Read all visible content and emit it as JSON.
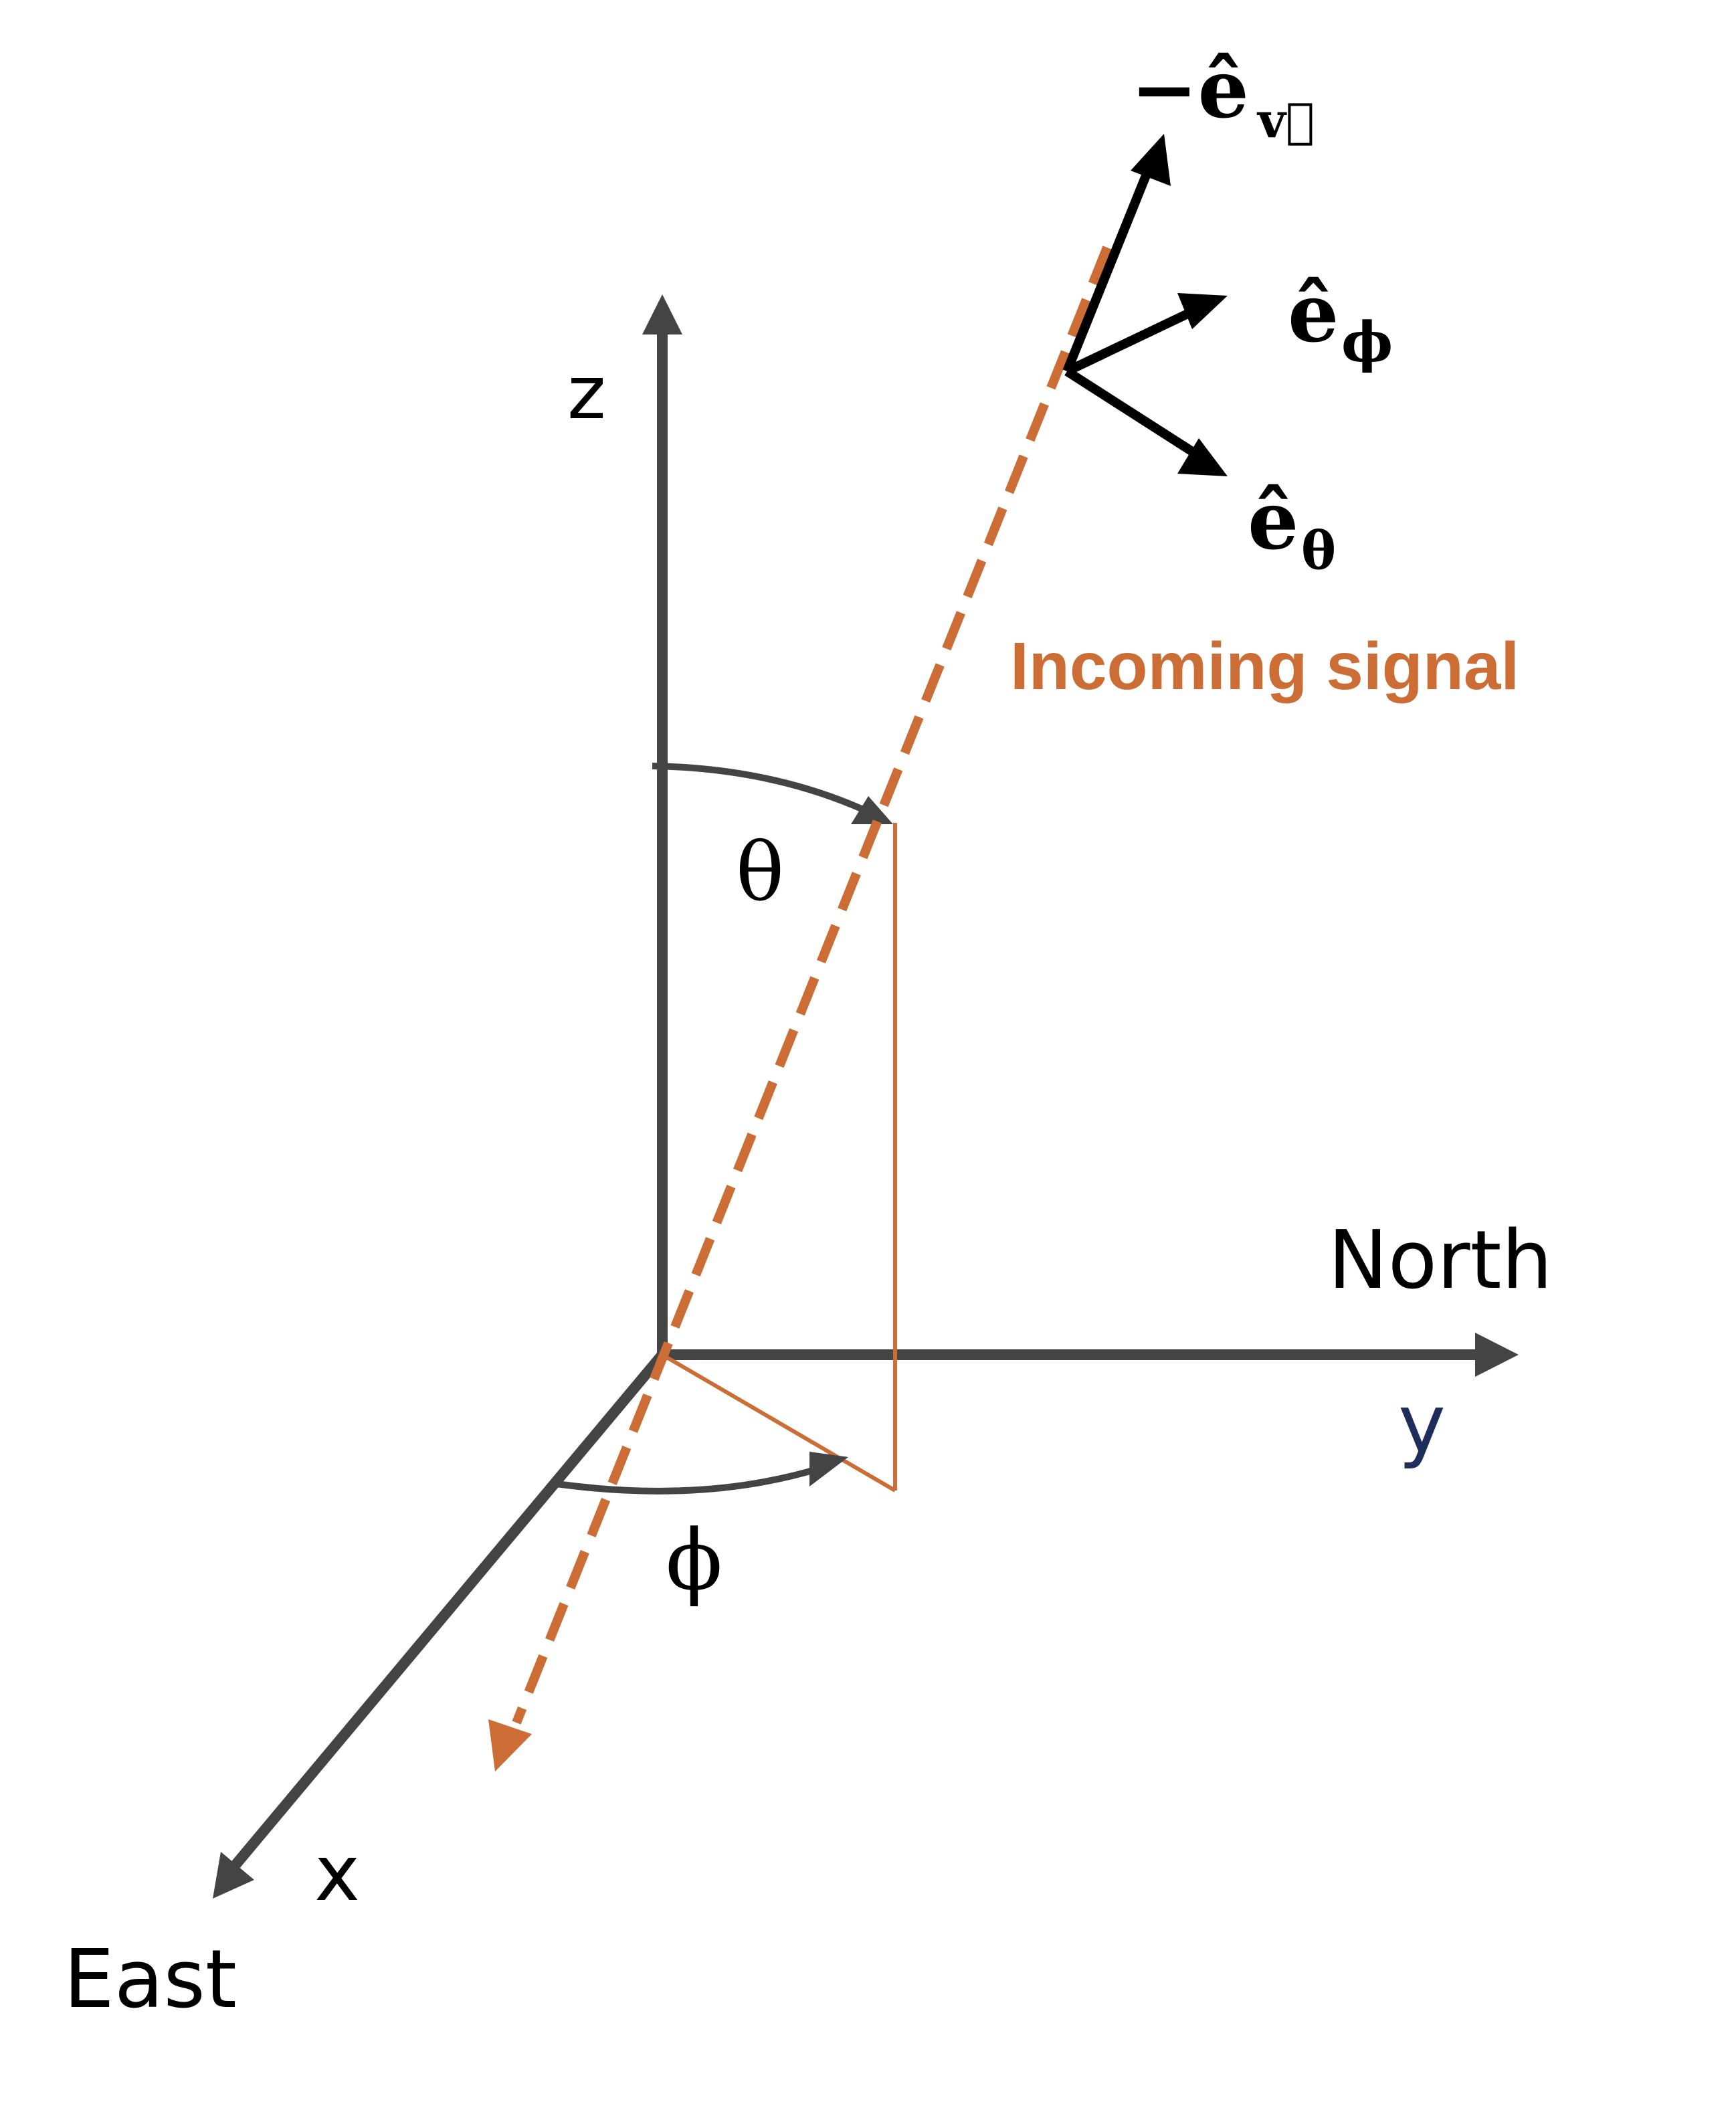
{
  "colors": {
    "axis": "#444444",
    "signal": "#cb6d35",
    "vector": "#000000",
    "y_label": "#1f2d5c",
    "background": "#ffffff"
  },
  "axes": {
    "z_label": "z",
    "y_label": "y",
    "x_label": "x",
    "north_label": "North",
    "east_label": "East"
  },
  "angles": {
    "theta_label": "θ",
    "phi_label": "ϕ"
  },
  "signal": {
    "label": "Incoming signal"
  },
  "vectors": {
    "e_v_label": "−ê",
    "e_v_subscript": "v⃗",
    "e_phi_label": "ê",
    "e_phi_subscript": "ϕ",
    "e_theta_label": "ê",
    "e_theta_subscript": "θ"
  }
}
